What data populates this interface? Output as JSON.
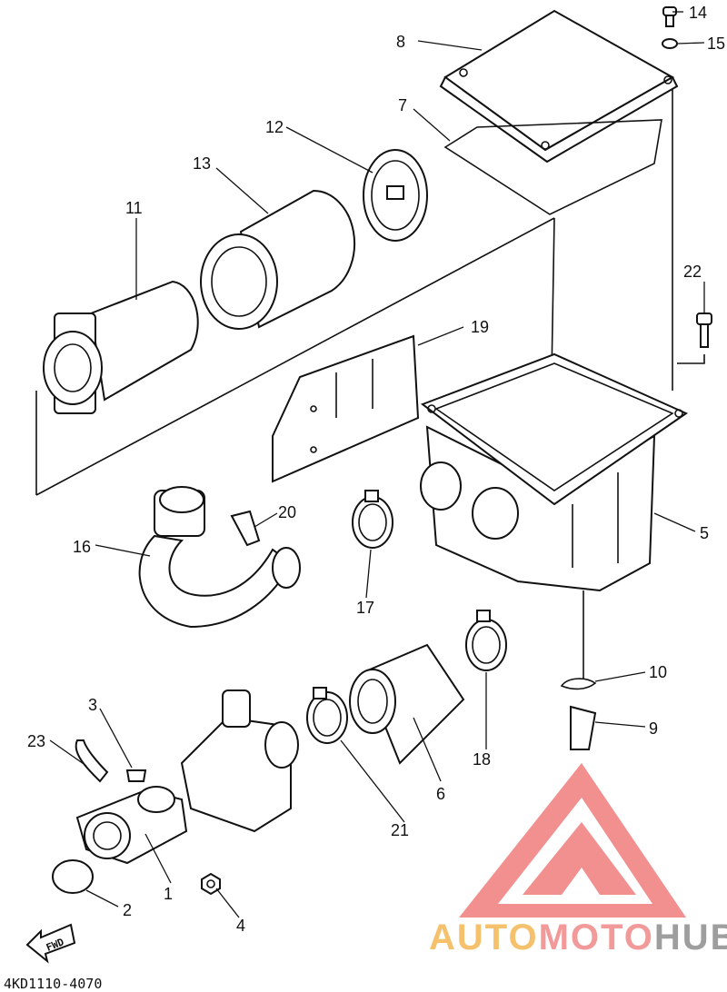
{
  "diagram": {
    "part_numbers": [
      "1",
      "2",
      "3",
      "4",
      "5",
      "6",
      "7",
      "8",
      "9",
      "10",
      "11",
      "12",
      "13",
      "14",
      "15",
      "16",
      "17",
      "18",
      "19",
      "20",
      "21",
      "22",
      "23"
    ],
    "drawing_code": "4KD1110-4070",
    "direction_marker": "FWD"
  },
  "watermark": {
    "part1": "AUTO",
    "part2": "MOTO",
    "part3": "HUB",
    "colors": {
      "auto": "#f5c16c",
      "moto": "#f29a9a",
      "hub": "#9e9e9e",
      "logo": "#f07c7c"
    }
  }
}
